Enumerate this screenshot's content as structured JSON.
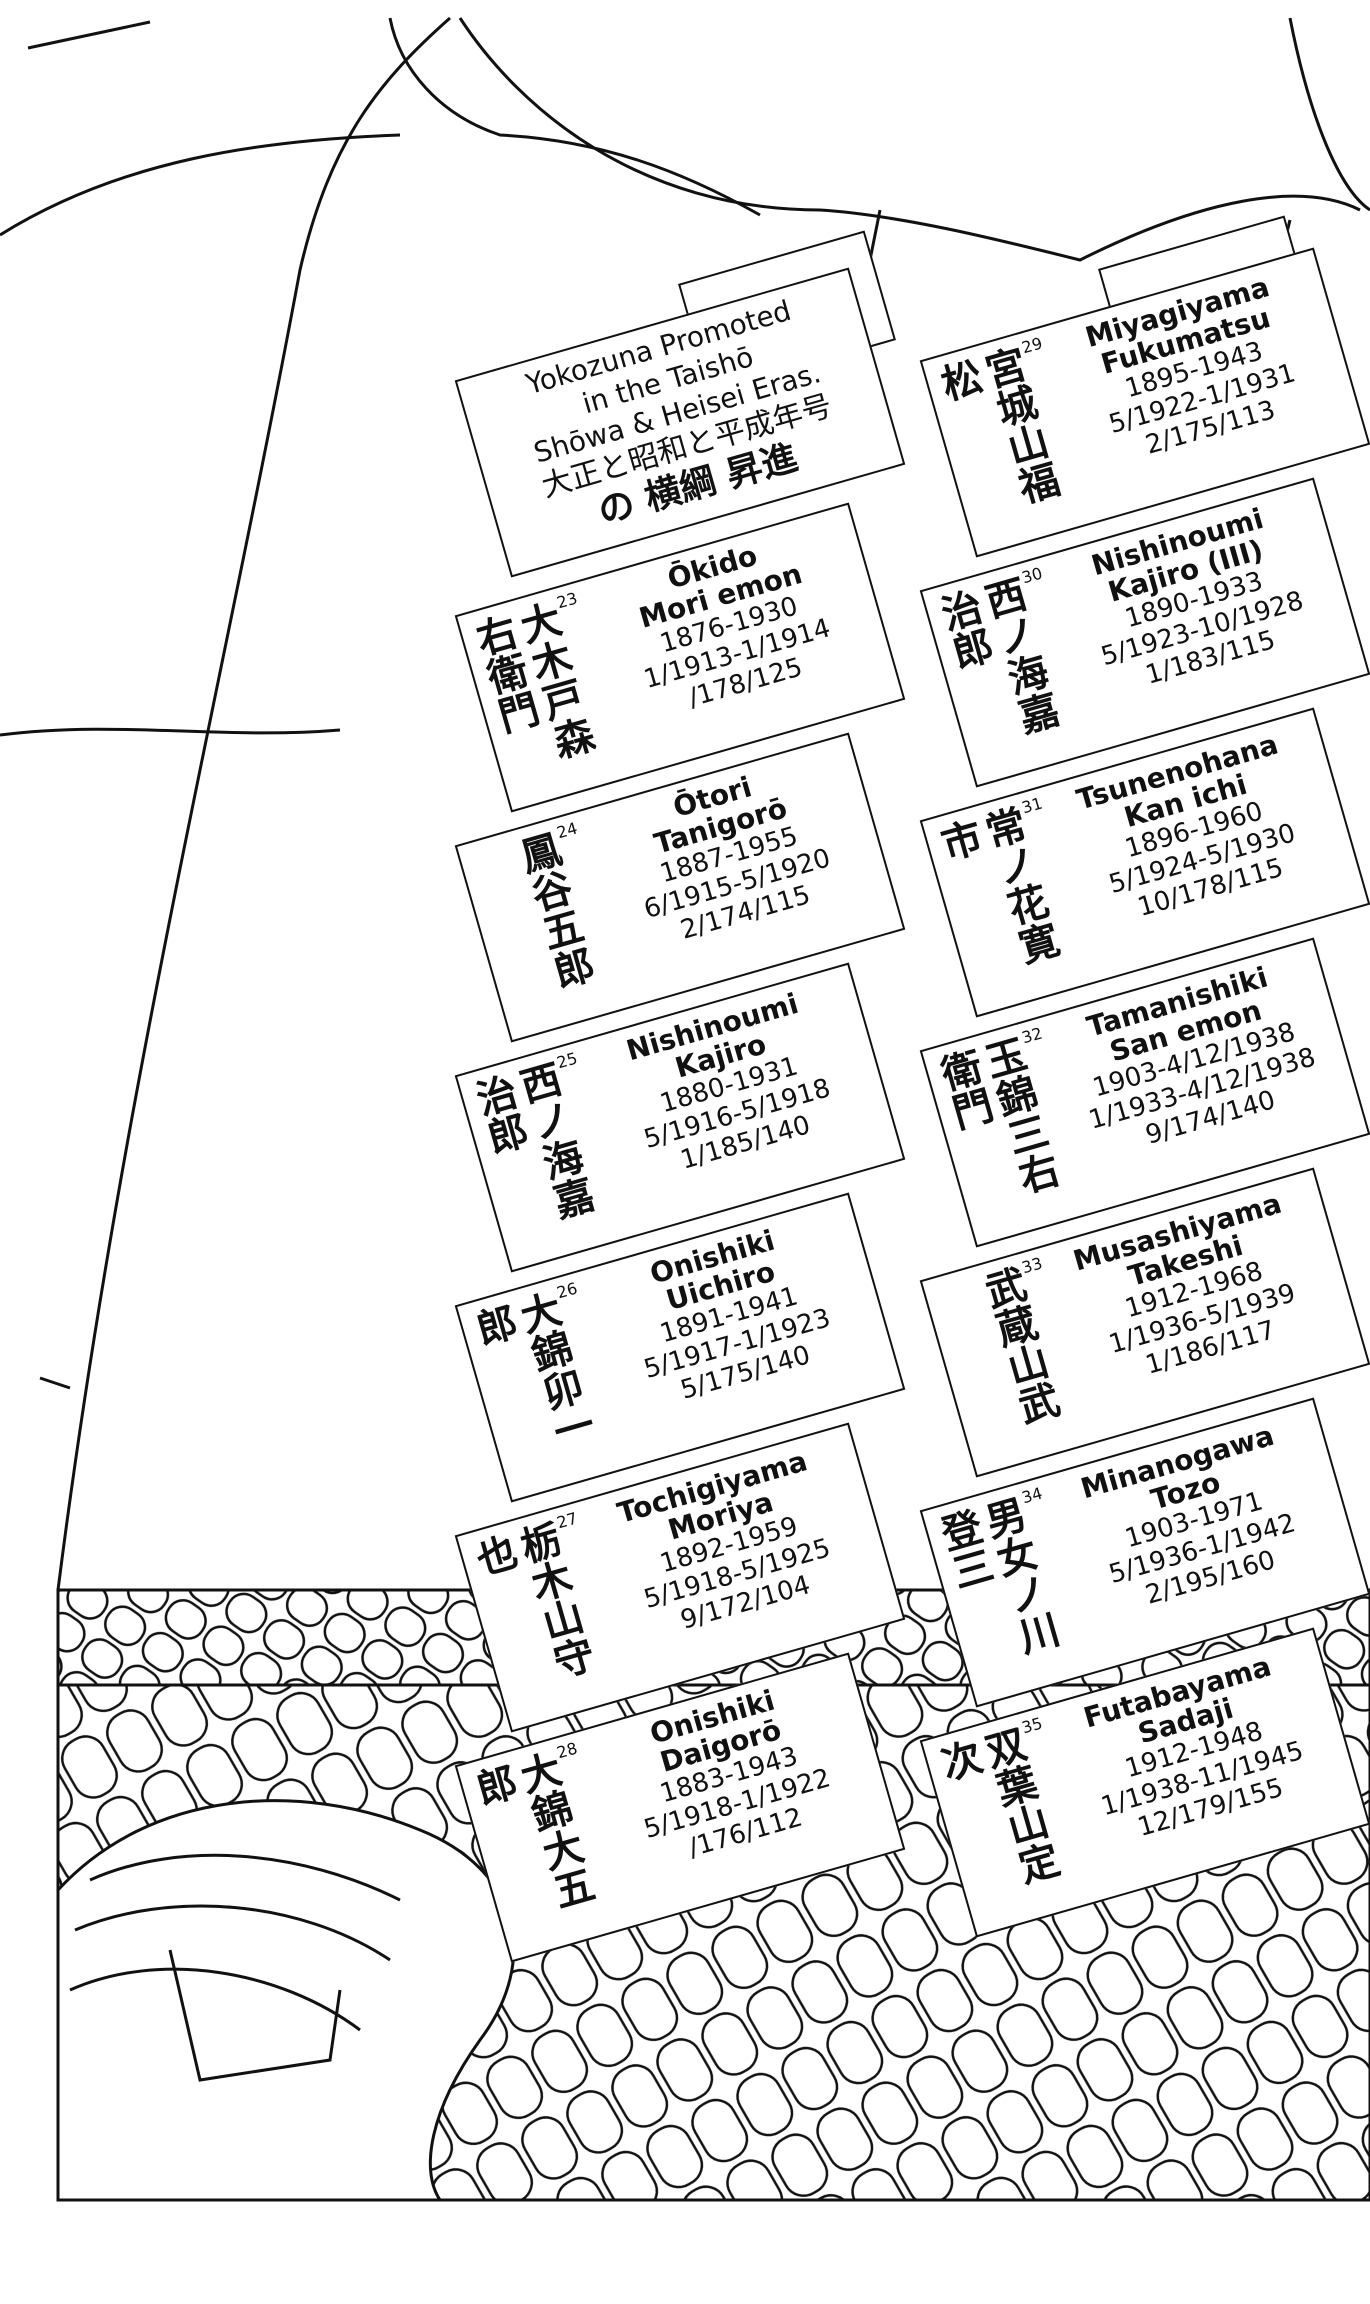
{
  "title": {
    "lines": [
      "Yokozuna Promoted",
      "in the Taishō",
      "Shōwa & Heisei Eras.",
      "大正と昭和と平成年号",
      "の 横綱 昇進"
    ]
  },
  "cards": [
    {
      "num": "23",
      "kanji": "大木戸森右衛門",
      "name": "Ōkido",
      "given": "Mori emon",
      "life": "1876-1930",
      "tenure": "1/1913-1/1914",
      "stats": "/178/125"
    },
    {
      "num": "24",
      "kanji": "鳳谷五郎",
      "name": "Ōtori",
      "given": "Tanigorō",
      "life": "1887-1955",
      "tenure": "6/1915-5/1920",
      "stats": "2/174/115"
    },
    {
      "num": "25",
      "kanji": "西ノ海嘉治郎",
      "name": "Nishinoumi",
      "given": "Kajiro",
      "life": "1880-1931",
      "tenure": "5/1916-5/1918",
      "stats": "1/185/140"
    },
    {
      "num": "26",
      "kanji": "大錦卯一郎",
      "name": "Onishiki",
      "given": "Uichiro",
      "life": "1891-1941",
      "tenure": "5/1917-1/1923",
      "stats": "5/175/140"
    },
    {
      "num": "27",
      "kanji": "栃木山守也",
      "name": "Tochigiyama",
      "given": "Moriya",
      "life": "1892-1959",
      "tenure": "5/1918-5/1925",
      "stats": "9/172/104"
    },
    {
      "num": "28",
      "kanji": "大錦大五郎",
      "name": "Onishiki",
      "given": "Daigorō",
      "life": "1883-1943",
      "tenure": "5/1918-1/1922",
      "stats": "/176/112"
    },
    {
      "num": "29",
      "kanji": "宮城山福松",
      "name": "Miyagiyama",
      "given": "Fukumatsu",
      "life": "1895-1943",
      "tenure": "5/1922-1/1931",
      "stats": "2/175/113"
    },
    {
      "num": "30",
      "kanji": "西ノ海嘉治郎",
      "name": "Nishinoumi",
      "given": "Kajiro (III)",
      "life": "1890-1933",
      "tenure": "5/1923-10/1928",
      "stats": "1/183/115"
    },
    {
      "num": "31",
      "kanji": "常ノ花寛市",
      "name": "Tsunenohana",
      "given": "Kan ichi",
      "life": "1896-1960",
      "tenure": "5/1924-5/1930",
      "stats": "10/178/115"
    },
    {
      "num": "32",
      "kanji": "玉錦三右衛門",
      "name": "Tamanishiki",
      "given": "San emon",
      "life": "1903-4/12/1938",
      "tenure": "1/1933-4/12/1938",
      "stats": "9/174/140"
    },
    {
      "num": "33",
      "kanji": "武蔵山武",
      "name": "Musashiyama",
      "given": "Takeshi",
      "life": "1912-1968",
      "tenure": "1/1936-5/1939",
      "stats": "1/186/117"
    },
    {
      "num": "34",
      "kanji": "男女ノ川登三",
      "name": "Minanogawa",
      "given": "Tozo",
      "life": "1903-1971",
      "tenure": "5/1936-1/1942",
      "stats": "2/195/160"
    },
    {
      "num": "35",
      "kanji": "双葉山定次",
      "name": "Futabayama",
      "given": "Sadaji",
      "life": "1912-1948",
      "tenure": "1/1938-11/1945",
      "stats": "12/179/155"
    }
  ]
}
